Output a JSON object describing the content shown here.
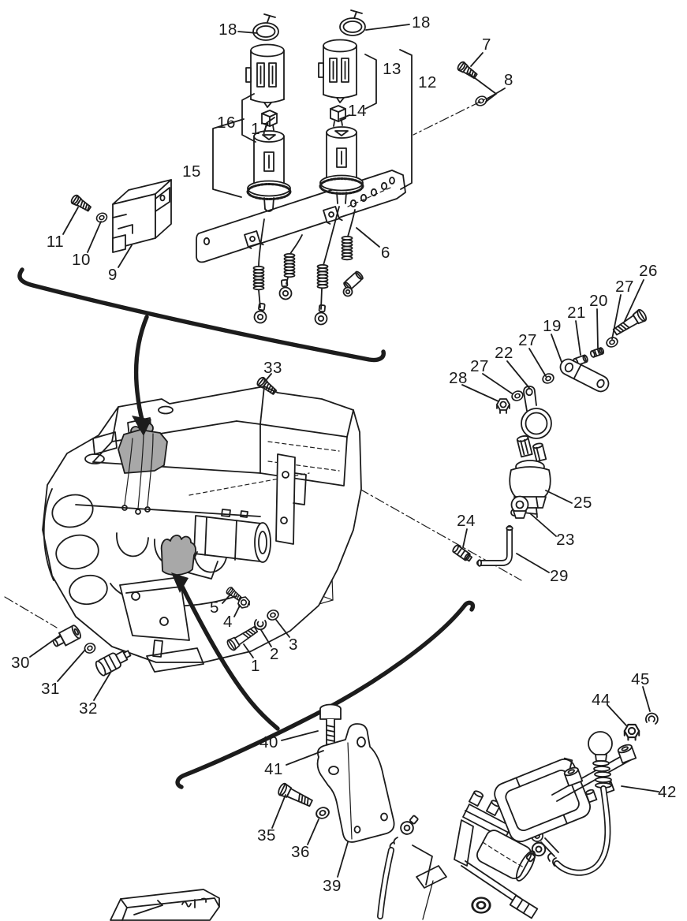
{
  "figure": {
    "kind": "exploded-parts-diagram",
    "background": "#ffffff",
    "line_color": "#1c1c1c",
    "highlight_color": "#a8a8a8"
  },
  "callouts": [
    {
      "id": "18-left",
      "text": "18"
    },
    {
      "id": "18-right",
      "text": "18"
    },
    {
      "id": "7",
      "text": "7"
    },
    {
      "id": "8",
      "text": "8"
    },
    {
      "id": "13",
      "text": "13"
    },
    {
      "id": "12",
      "text": "12"
    },
    {
      "id": "16",
      "text": "16"
    },
    {
      "id": "17",
      "text": "17"
    },
    {
      "id": "14",
      "text": "14"
    },
    {
      "id": "15",
      "text": "15"
    },
    {
      "id": "11",
      "text": "11"
    },
    {
      "id": "10",
      "text": "10"
    },
    {
      "id": "9",
      "text": "9"
    },
    {
      "id": "6",
      "text": "6"
    },
    {
      "id": "33",
      "text": "33"
    },
    {
      "id": "26",
      "text": "26"
    },
    {
      "id": "27-a",
      "text": "27"
    },
    {
      "id": "20",
      "text": "20"
    },
    {
      "id": "21",
      "text": "21"
    },
    {
      "id": "19",
      "text": "19"
    },
    {
      "id": "27-b",
      "text": "27"
    },
    {
      "id": "22",
      "text": "22"
    },
    {
      "id": "27-c",
      "text": "27"
    },
    {
      "id": "28",
      "text": "28"
    },
    {
      "id": "25",
      "text": "25"
    },
    {
      "id": "23",
      "text": "23"
    },
    {
      "id": "24",
      "text": "24"
    },
    {
      "id": "29",
      "text": "29"
    },
    {
      "id": "30",
      "text": "30"
    },
    {
      "id": "31",
      "text": "31"
    },
    {
      "id": "32",
      "text": "32"
    },
    {
      "id": "5",
      "text": "5"
    },
    {
      "id": "4",
      "text": "4"
    },
    {
      "id": "1",
      "text": "1"
    },
    {
      "id": "2",
      "text": "2"
    },
    {
      "id": "3",
      "text": "3"
    },
    {
      "id": "40",
      "text": "40"
    },
    {
      "id": "41",
      "text": "41"
    },
    {
      "id": "35",
      "text": "35"
    },
    {
      "id": "36",
      "text": "36"
    },
    {
      "id": "39",
      "text": "39"
    },
    {
      "id": "44",
      "text": "44"
    },
    {
      "id": "45",
      "text": "45"
    },
    {
      "id": "42",
      "text": "42"
    }
  ]
}
